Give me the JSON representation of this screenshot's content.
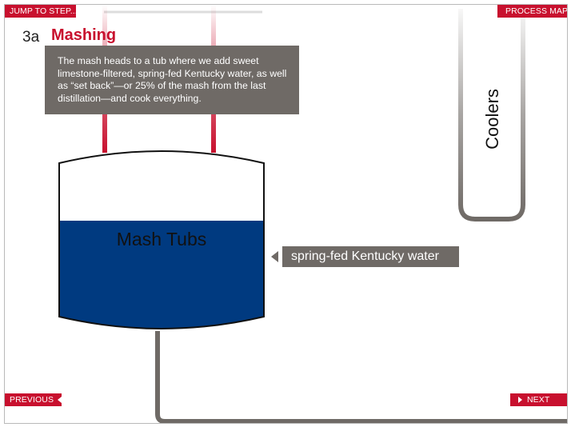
{
  "nav": {
    "jump_label": "JUMP TO STEP...",
    "process_map_label": "PROCESS MAP",
    "previous_label": "PREVIOUS",
    "next_label": "NEXT"
  },
  "step": {
    "number": "3a",
    "title": "Mashing",
    "description": "The mash heads to a tub where we add sweet limestone-filtered, spring-fed Kentucky water, as well as “set back”—or 25% of the mash from the last distillation—and cook everything."
  },
  "diagram": {
    "tank_label": "Mash Tubs",
    "coolers_label": "Coolers",
    "water_callout": "spring-fed Kentucky water"
  },
  "colors": {
    "accent_red": "#c8102e",
    "mash_blue": "#003a80",
    "pipe_gray": "#6f6a66",
    "callout_gray": "#6f6a66"
  }
}
